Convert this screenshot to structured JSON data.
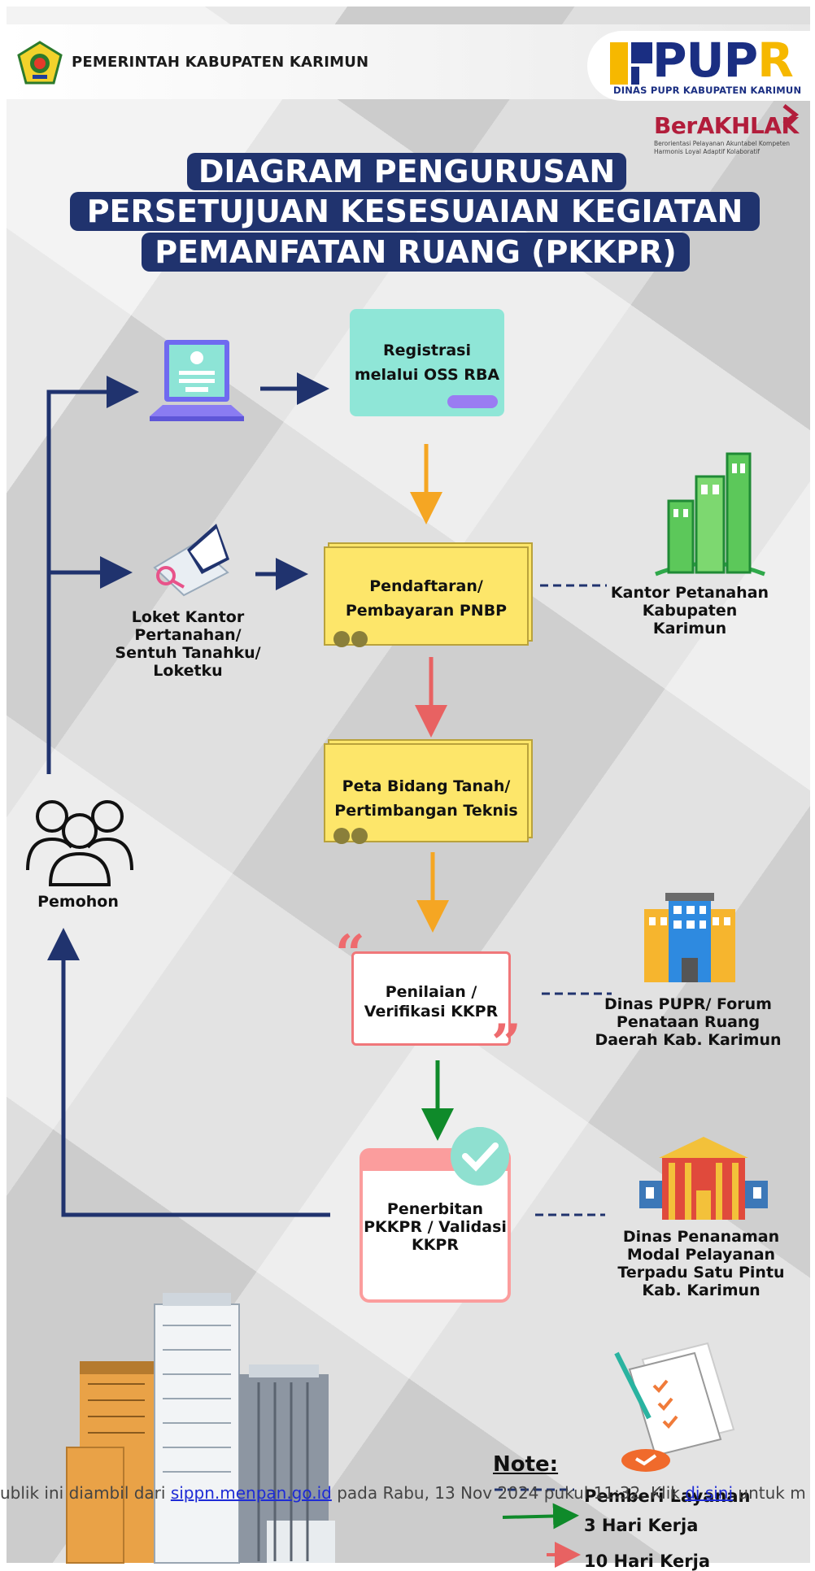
{
  "header": {
    "gov_name": "PEMERINTAH KABUPATEN KARIMUN",
    "pupr_word_left": "PUP",
    "pupr_word_right": "R",
    "pupr_sub": "DINAS PUPR KABUPATEN KARIMUN",
    "berakhlak": "BerAKHLAK",
    "berakhlak_sub": "Berorientasi Pelayanan Akuntabel Kompeten Harmonis Loyal Adaptif Kolaboratif"
  },
  "title": {
    "line1": "DIAGRAM PENGURUSAN",
    "line2": "PERSETUJUAN KESESUAIAN KEGIATAN",
    "line3": "PEMANFATAN RUANG (PKKPR)"
  },
  "nodes": {
    "oss": "Registrasi melalui OSS RBA",
    "pnbp": "Pendaftaran/ Pembayaran PNBP",
    "peta": "Peta Bidang Tanah/ Pertimbangan Teknis",
    "penilaian": "Penilaian / Verifikasi KKPR",
    "penerbitan": "Penerbitan PKKPR / Validasi KKPR",
    "loket": "Loket Kantor Pertanahan/ Sentuh Tanahku/ Loketku",
    "pemohon": "Pemohon",
    "kantor": "Kantor Petanahan Kabupaten Karimun",
    "dinas_pupr": "Dinas PUPR/ Forum Penataan Ruang Daerah Kab. Karimun",
    "dpmptsp": "Dinas Penanaman Modal Pelayanan Terpadu Satu Pintu Kab. Karimun"
  },
  "note": {
    "title": "Note:",
    "items": [
      "Pemberi Layanan",
      "3 Hari Kerja",
      "10 Hari Kerja"
    ]
  },
  "footer": {
    "prefix": "ublik ini diambil dari ",
    "link": "sippn.menpan.go.id",
    "middle": " pada Rabu, 13 Nov 2024 pukul 11:32. Klik ",
    "link2": "di sini",
    "suffix": " untuk m"
  },
  "colors": {
    "navy": "#20336e",
    "orange_arrow": "#f5a623",
    "red_arrow": "#e86262",
    "green_arrow": "#0f8a2a",
    "teal_box": "#8fe6d7",
    "yellow_box": "#fde66a",
    "pink_box": "#fb9d9d"
  },
  "icons": [
    "karimun-emblem-icon",
    "pupr-logo-icon",
    "laptop-icon",
    "document-magnifier-icon",
    "people-group-icon",
    "green-buildings-icon",
    "office-building-icon",
    "government-building-icon",
    "checklist-icon",
    "check-icon",
    "city-skyline-icon"
  ]
}
